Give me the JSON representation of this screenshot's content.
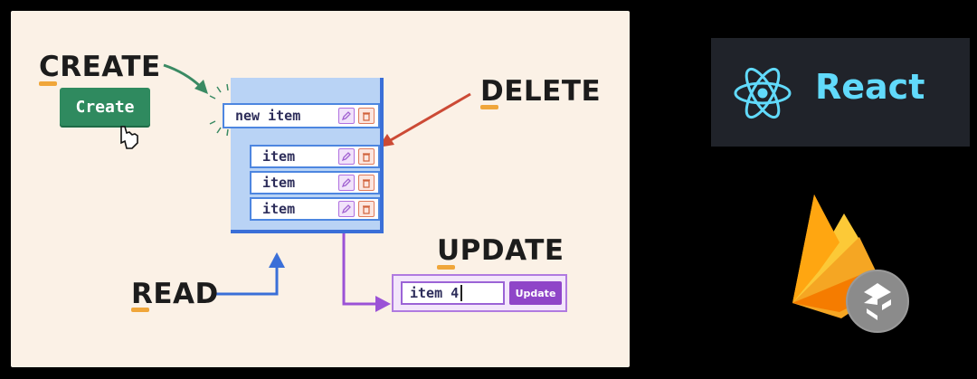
{
  "diagram": {
    "labels": {
      "create": "CREATE",
      "delete": "DELETE",
      "read": "READ",
      "update": "UPDATE"
    },
    "create_button": "Create",
    "new_item": "new item",
    "items": [
      "item",
      "item",
      "item"
    ],
    "update_input_value": "item 4",
    "update_button": "Update"
  },
  "brands": {
    "react": "React",
    "firebase": "Firebase logo"
  },
  "colors": {
    "panel_bg": "#fbf1e6",
    "underline": "#f0a63a",
    "create_green": "#2f8a5f",
    "read_blue": "#3a6fd8",
    "delete_red": "#cc4a35",
    "update_purple": "#8f45c8",
    "react_bg": "#20232a",
    "react_cyan": "#61dafb"
  }
}
